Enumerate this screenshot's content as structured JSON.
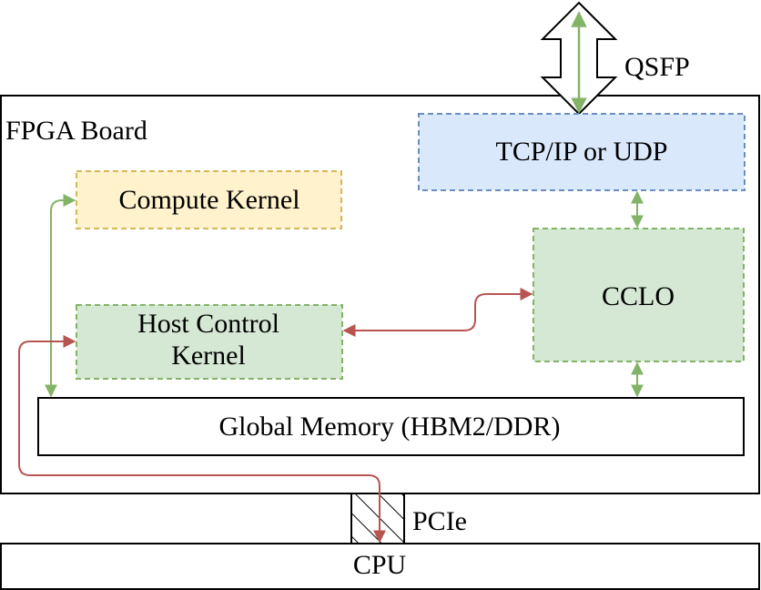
{
  "labels": {
    "qsfp": "QSFP",
    "fpga_board": "FPGA Board",
    "tcp_ip": "TCP/IP or UDP",
    "compute_kernel": "Compute Kernel",
    "cclo": "CCLO",
    "host_control_line1": "Host Control",
    "host_control_line2": "Kernel",
    "global_memory": "Global Memory (HBM2/DDR)",
    "pcie": "PCIe",
    "cpu": "CPU"
  },
  "colors": {
    "green_arrow": "#82b366",
    "red_arrow": "#b85450",
    "tcp_fill": "#dae8fc",
    "tcp_stroke": "#6c8ebf",
    "compute_fill": "#fff2cc",
    "compute_stroke": "#d6b656",
    "green_fill": "#d5e8d4",
    "green_stroke": "#82b366"
  }
}
